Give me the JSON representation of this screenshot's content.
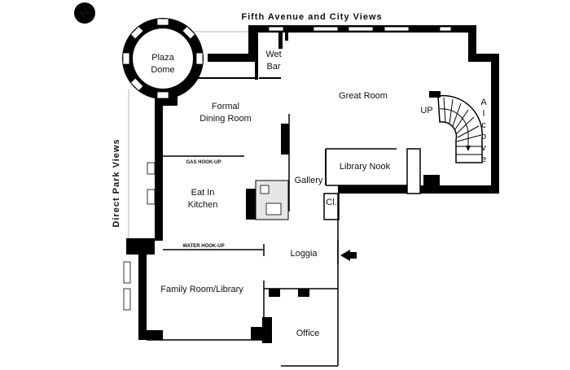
{
  "views": {
    "top": "Fifth Avenue and City Views",
    "left": "Direct Park Views"
  },
  "compass": {
    "letter": "N"
  },
  "rooms": {
    "plaza_dome": [
      "Plaza",
      "Dome"
    ],
    "wet_bar": [
      "Wet",
      "Bar"
    ],
    "great_room": "Great Room",
    "formal_dining": [
      "Formal",
      "Dining Room"
    ],
    "library_nook": "Library Nook",
    "gallery": "Gallery",
    "closet": "Cl.",
    "eat_in_kitchen": [
      "Eat In",
      "Kitchen"
    ],
    "loggia": "Loggia",
    "family_room": "Family Room/Library",
    "office": "Office",
    "alcove": [
      "A",
      "l",
      "c",
      "o",
      "v",
      "e"
    ],
    "up": "UP"
  },
  "hookups": {
    "gas": "GAS HOOK-UP",
    "water": "WATER HOOK-UP"
  },
  "colors": {
    "wall": "#000000",
    "floor": "#ffffff",
    "tile": "#e6e6e6"
  }
}
